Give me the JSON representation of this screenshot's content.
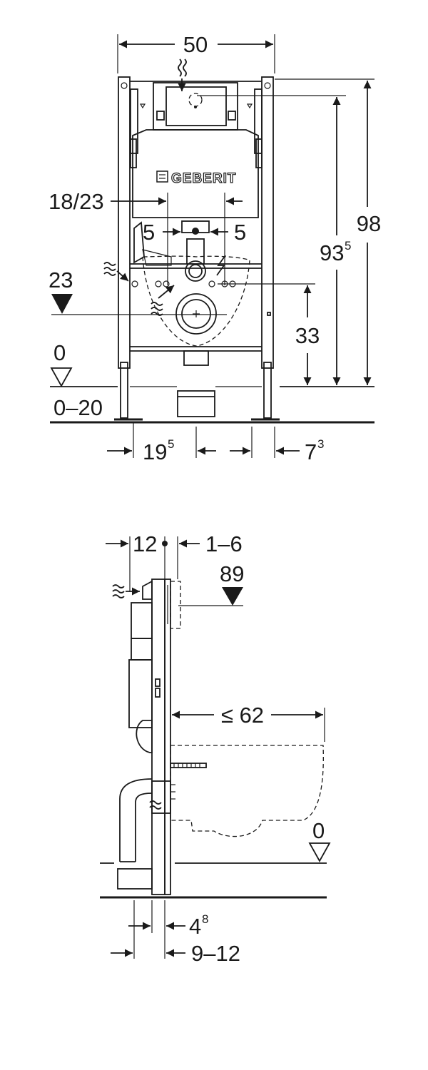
{
  "front_view": {
    "width_label": "50",
    "brand": "GEBERIT",
    "pipe_offset_label": "18/23",
    "left_gap_label": "5",
    "right_gap_label": "5",
    "height_total_label": "98",
    "height_flush_main": "93",
    "height_flush_sup": "5",
    "outlet_height_label": "23",
    "outlet_axis_label": "33",
    "floor_label": "0",
    "floor_range_label": "0–20",
    "foot_offset_main": "19",
    "foot_offset_sup": "5",
    "right_offset_main": "7",
    "right_offset_sup": "3"
  },
  "side_view": {
    "depth_label": "12",
    "wall_label": "1–6",
    "plate_height_label": "89",
    "bowl_projection_label": "≤ 62",
    "floor_label": "0",
    "frame_depth_main": "4",
    "frame_depth_sup": "8",
    "foot_range_label": "9–12"
  },
  "colors": {
    "line": "#1a1a1a",
    "background": "#ffffff"
  }
}
